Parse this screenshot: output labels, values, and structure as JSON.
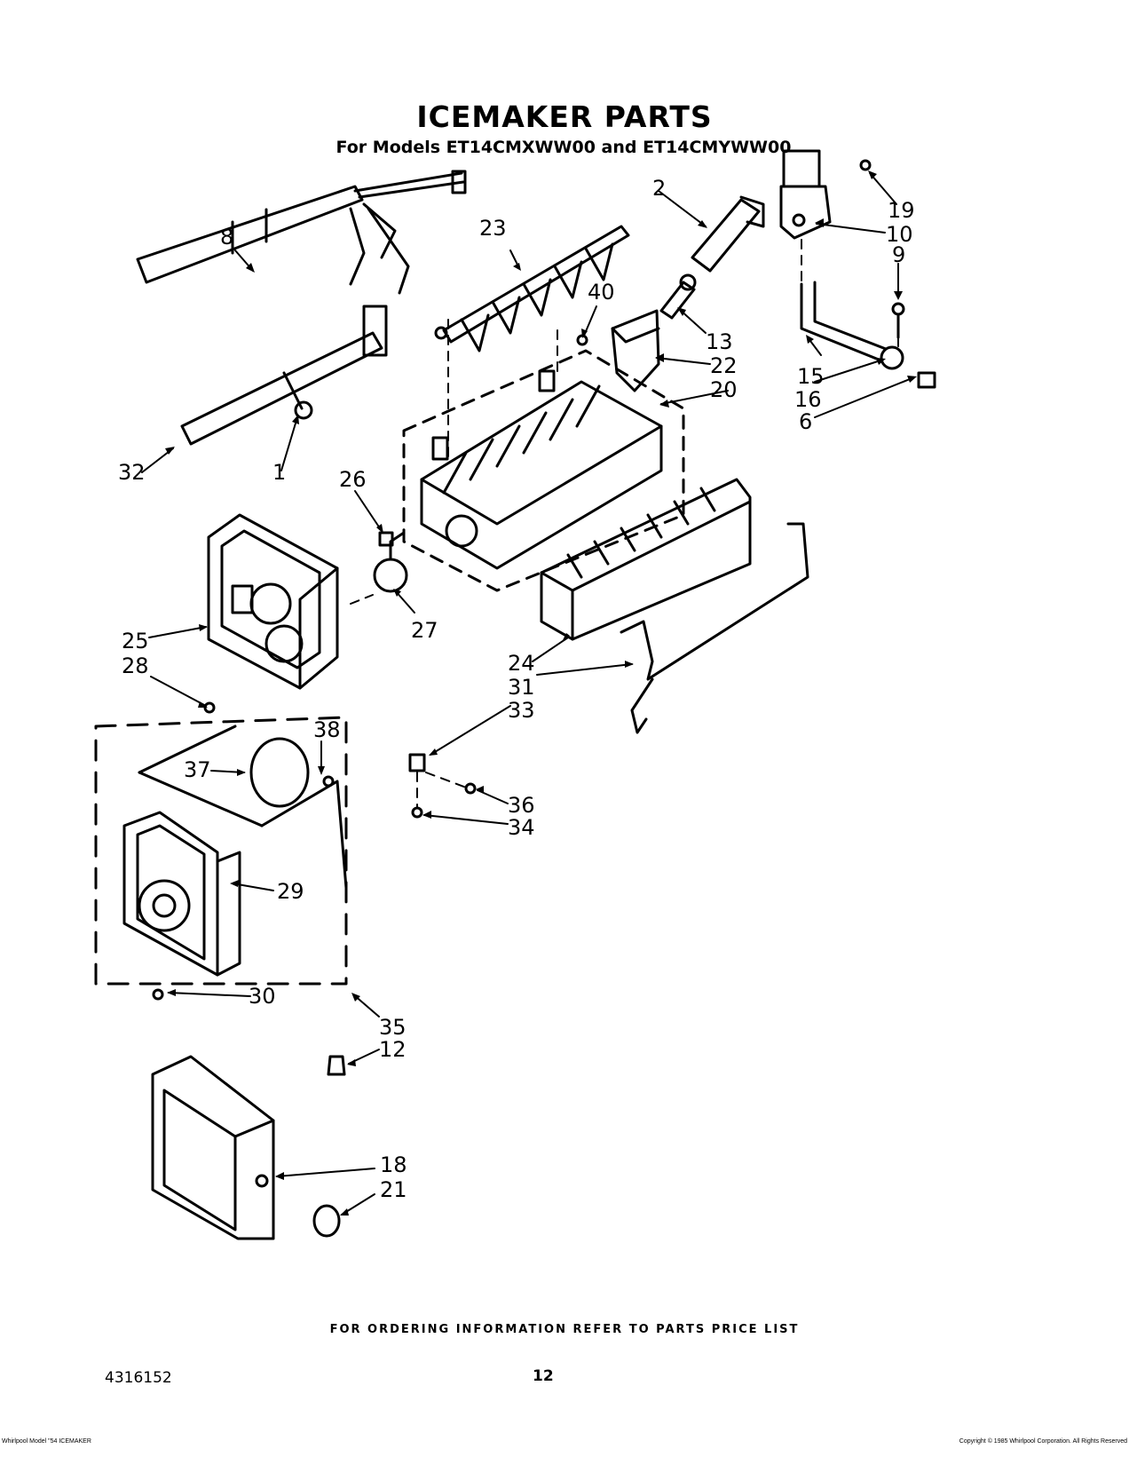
{
  "title": "ICEMAKER PARTS",
  "subtitle": "For Models ET14CMXWW00 and ET14CMYWW00",
  "footer_note": "FOR ORDERING INFORMATION REFER TO PARTS PRICE LIST",
  "document_number": "4316152",
  "page_number": "12",
  "fine_print_left": "Whirlpool Model \"54 ICEMAKER",
  "fine_print_right": "Copyright © 1985 Whirlpool Corporation. All Rights Reserved",
  "callouts": {
    "c1": "1",
    "c2": "2",
    "c6": "6",
    "c8": "8",
    "c9": "9",
    "c10": "10",
    "c12": "12",
    "c13": "13",
    "c15": "15",
    "c16": "16",
    "c18": "18",
    "c19": "19",
    "c20": "20",
    "c21": "21",
    "c22": "22",
    "c23": "23",
    "c24": "24",
    "c25": "25",
    "c26": "26",
    "c27": "27",
    "c28": "28",
    "c29": "29",
    "c30": "30",
    "c31": "31",
    "c32": "32",
    "c33": "33",
    "c34": "34",
    "c35": "35",
    "c36": "36",
    "c37": "37",
    "c38": "38",
    "c40": "40"
  }
}
